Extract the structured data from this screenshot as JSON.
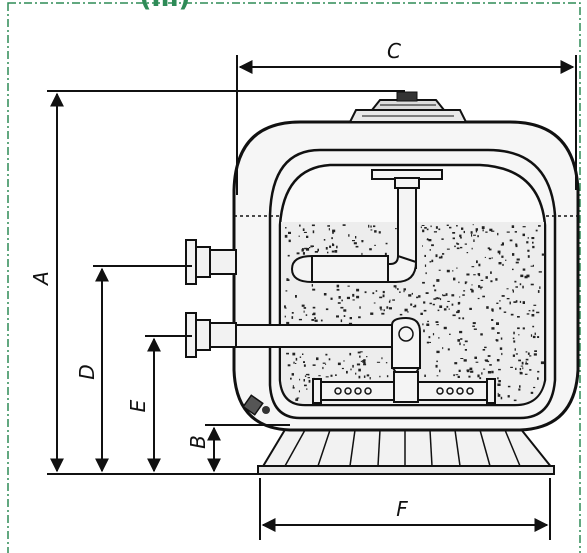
{
  "header": {
    "caption": "(m)"
  },
  "dimensions": {
    "A": "A",
    "B": "B",
    "C": "C",
    "D": "D",
    "E": "E",
    "F": "F"
  },
  "colors": {
    "frame_border": "#2e8b57",
    "line": "#111111",
    "tank_fill": "#f4f4f4",
    "media_fill": "#ececec"
  }
}
